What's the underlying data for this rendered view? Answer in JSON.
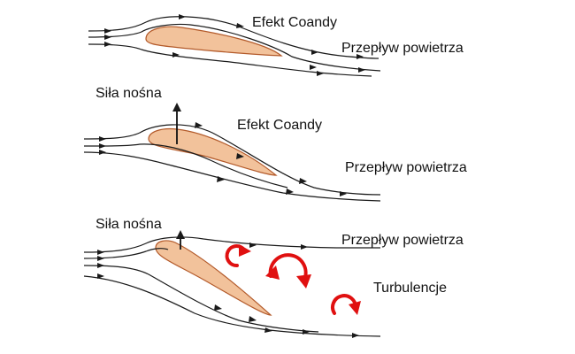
{
  "diagram": {
    "panels": [
      {
        "id": "panel-1",
        "labels": {
          "effect": "Efekt Coandy",
          "airflow": "Przepływ powietrza"
        }
      },
      {
        "id": "panel-2",
        "labels": {
          "lift": "Siła nośna",
          "effect": "Efekt Coandy",
          "airflow": "Przepływ powietrza"
        }
      },
      {
        "id": "panel-3",
        "labels": {
          "lift": "Siła nośna",
          "airflow": "Przepływ powietrza",
          "turbulence": "Turbulencje"
        }
      }
    ],
    "colors": {
      "airfoil_fill": "#f2c29b",
      "airfoil_stroke": "#b35a2a",
      "flow_lines": "#1a1a1a",
      "turbulence": "#e01010"
    }
  }
}
